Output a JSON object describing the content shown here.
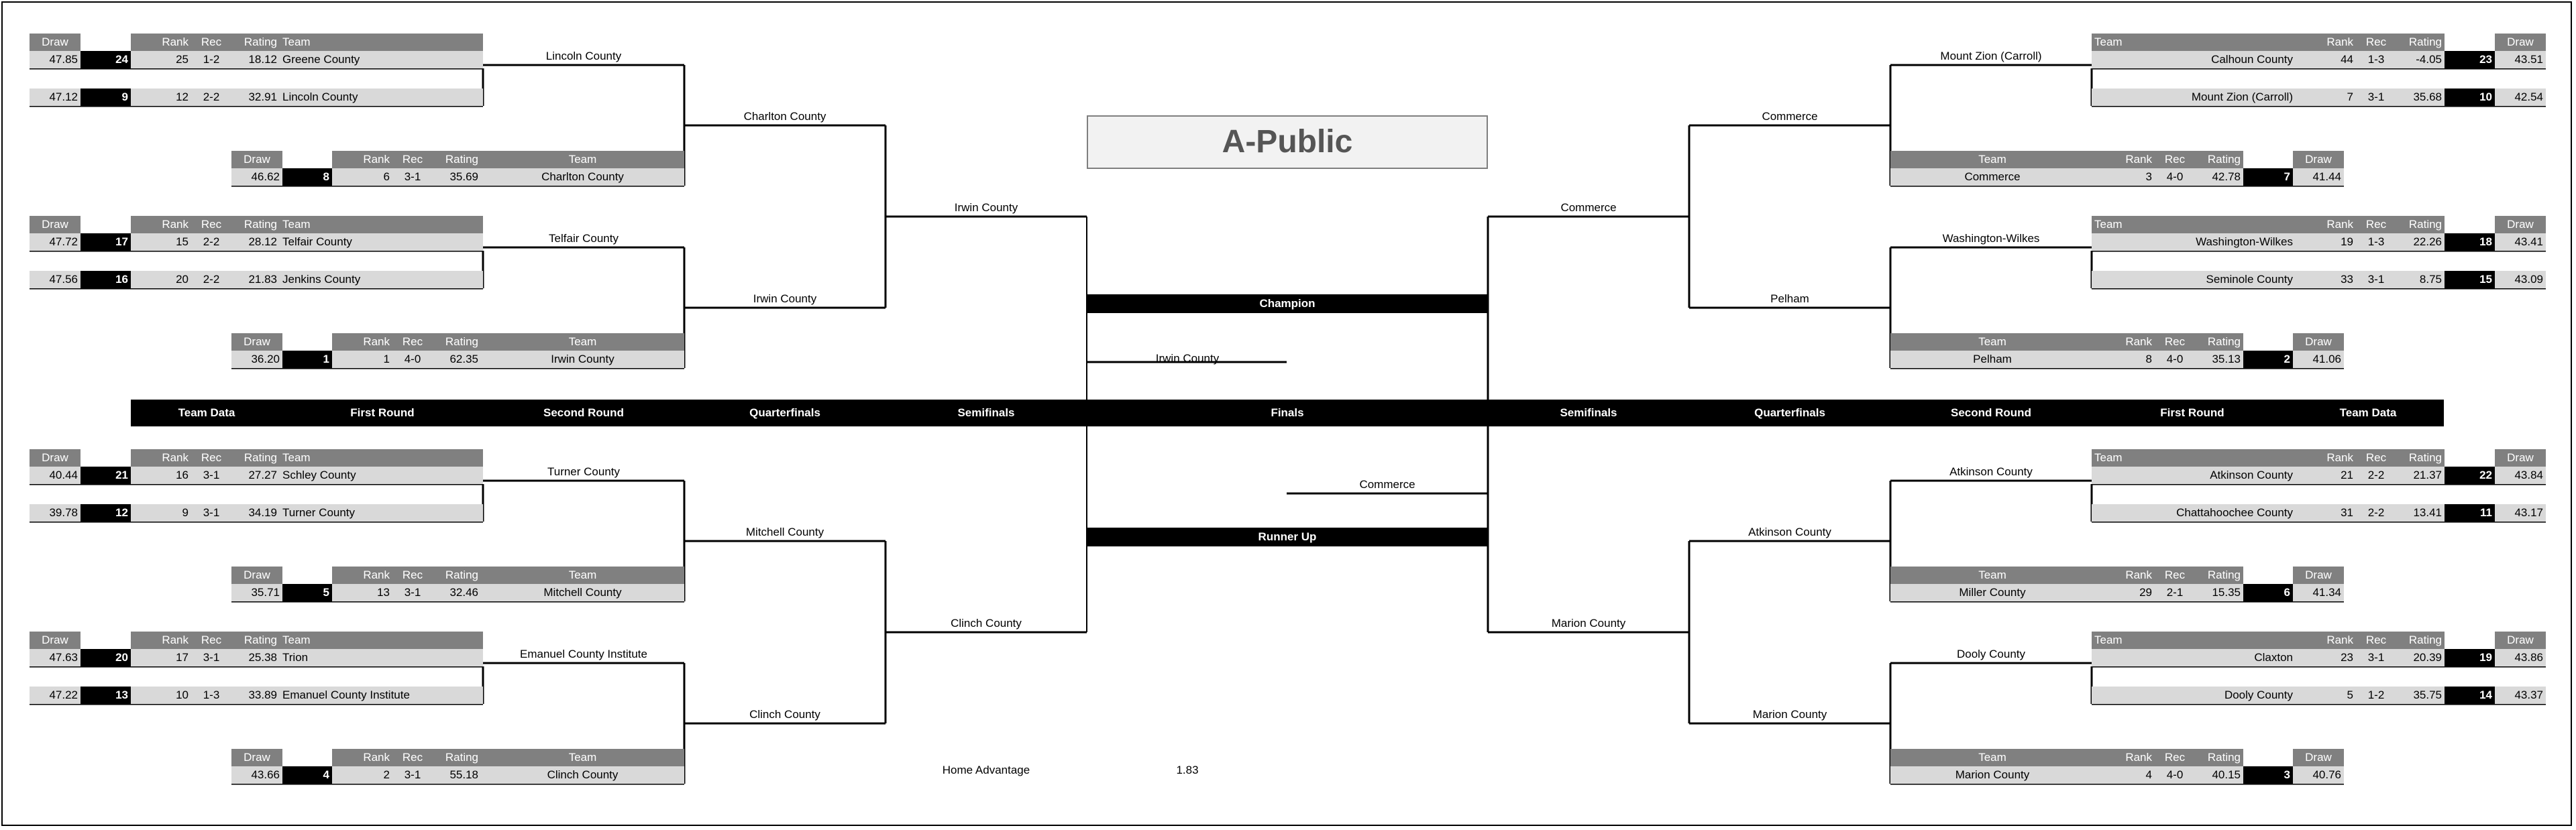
{
  "title": "A-Public",
  "headers": {
    "draw": "Draw",
    "rank": "Rank",
    "rec": "Rec",
    "rating": "Rating",
    "team": "Team"
  },
  "rounds": [
    "Team Data",
    "First Round",
    "Second Round",
    "Quarterfinals",
    "Semifinals",
    "Finals",
    "Semifinals",
    "Quarterfinals",
    "Second Round",
    "First Round",
    "Team Data"
  ],
  "champion_label": "Champion",
  "runner_up_label": "Runner Up",
  "champion": "Irwin County",
  "runner_up": "Commerce",
  "home_advantage": {
    "label": "Home Advantage",
    "value": "1.83"
  },
  "left": {
    "first_round": [
      {
        "top": {
          "draw": "47.85",
          "seed": "24",
          "rank": "25",
          "rec": "1-2",
          "rating": "18.12",
          "team": "Greene County"
        },
        "bottom": {
          "draw": "47.12",
          "seed": "9",
          "rank": "12",
          "rec": "2-2",
          "rating": "32.91",
          "team": "Lincoln County"
        },
        "winner": "Lincoln County"
      },
      {
        "top": {
          "draw": "47.72",
          "seed": "17",
          "rank": "15",
          "rec": "2-2",
          "rating": "28.12",
          "team": "Telfair County"
        },
        "bottom": {
          "draw": "47.56",
          "seed": "16",
          "rank": "20",
          "rec": "2-2",
          "rating": "21.83",
          "team": "Jenkins County"
        },
        "winner": "Telfair County"
      },
      {
        "top": {
          "draw": "40.44",
          "seed": "21",
          "rank": "16",
          "rec": "3-1",
          "rating": "27.27",
          "team": "Schley County"
        },
        "bottom": {
          "draw": "39.78",
          "seed": "12",
          "rank": "9",
          "rec": "3-1",
          "rating": "34.19",
          "team": "Turner County"
        },
        "winner": "Turner County"
      },
      {
        "top": {
          "draw": "47.63",
          "seed": "20",
          "rank": "17",
          "rec": "3-1",
          "rating": "25.38",
          "team": "Trion"
        },
        "bottom": {
          "draw": "47.22",
          "seed": "13",
          "rank": "10",
          "rec": "1-3",
          "rating": "33.89",
          "team": "Emanuel County Institute"
        },
        "winner": "Emanuel County Institute"
      }
    ],
    "byes": [
      {
        "draw": "46.62",
        "seed": "8",
        "rank": "6",
        "rec": "3-1",
        "rating": "35.69",
        "team": "Charlton County"
      },
      {
        "draw": "36.20",
        "seed": "1",
        "rank": "1",
        "rec": "4-0",
        "rating": "62.35",
        "team": "Irwin County"
      },
      {
        "draw": "35.71",
        "seed": "5",
        "rank": "13",
        "rec": "3-1",
        "rating": "32.46",
        "team": "Mitchell County"
      },
      {
        "draw": "43.66",
        "seed": "4",
        "rank": "2",
        "rec": "3-1",
        "rating": "55.18",
        "team": "Clinch County"
      }
    ],
    "second_round_winners": [
      "Charlton County",
      "Irwin County",
      "Mitchell County",
      "Clinch County"
    ],
    "quarterfinal_winners": [
      "Irwin County",
      "Clinch County"
    ]
  },
  "right": {
    "first_round": [
      {
        "top": {
          "draw": "43.51",
          "seed": "23",
          "rank": "44",
          "rec": "1-3",
          "rating": "-4.05",
          "team": "Calhoun County"
        },
        "bottom": {
          "draw": "42.54",
          "seed": "10",
          "rank": "7",
          "rec": "3-1",
          "rating": "35.68",
          "team": "Mount Zion (Carroll)"
        },
        "winner": "Mount Zion (Carroll)"
      },
      {
        "top": {
          "draw": "43.41",
          "seed": "18",
          "rank": "19",
          "rec": "1-3",
          "rating": "22.26",
          "team": "Washington-Wilkes"
        },
        "bottom": {
          "draw": "43.09",
          "seed": "15",
          "rank": "33",
          "rec": "3-1",
          "rating": "8.75",
          "team": "Seminole County"
        },
        "winner": "Washington-Wilkes"
      },
      {
        "top": {
          "draw": "43.84",
          "seed": "22",
          "rank": "21",
          "rec": "2-2",
          "rating": "21.37",
          "team": "Atkinson County"
        },
        "bottom": {
          "draw": "43.17",
          "seed": "11",
          "rank": "31",
          "rec": "2-2",
          "rating": "13.41",
          "team": "Chattahoochee County"
        },
        "winner": "Atkinson County"
      },
      {
        "top": {
          "draw": "43.86",
          "seed": "19",
          "rank": "23",
          "rec": "3-1",
          "rating": "20.39",
          "team": "Claxton"
        },
        "bottom": {
          "draw": "43.37",
          "seed": "14",
          "rank": "5",
          "rec": "1-2",
          "rating": "35.75",
          "team": "Dooly County"
        },
        "winner": "Dooly County"
      }
    ],
    "byes": [
      {
        "draw": "41.44",
        "seed": "7",
        "rank": "3",
        "rec": "4-0",
        "rating": "42.78",
        "team": "Commerce"
      },
      {
        "draw": "41.06",
        "seed": "2",
        "rank": "8",
        "rec": "4-0",
        "rating": "35.13",
        "team": "Pelham"
      },
      {
        "draw": "41.34",
        "seed": "6",
        "rank": "29",
        "rec": "2-1",
        "rating": "15.35",
        "team": "Miller County"
      },
      {
        "draw": "40.76",
        "seed": "3",
        "rank": "4",
        "rec": "4-0",
        "rating": "40.15",
        "team": "Marion County"
      }
    ],
    "second_round_winners": [
      "Commerce",
      "Pelham",
      "Atkinson County",
      "Marion County"
    ],
    "quarterfinal_winners": [
      "Commerce",
      "Marion County"
    ]
  }
}
